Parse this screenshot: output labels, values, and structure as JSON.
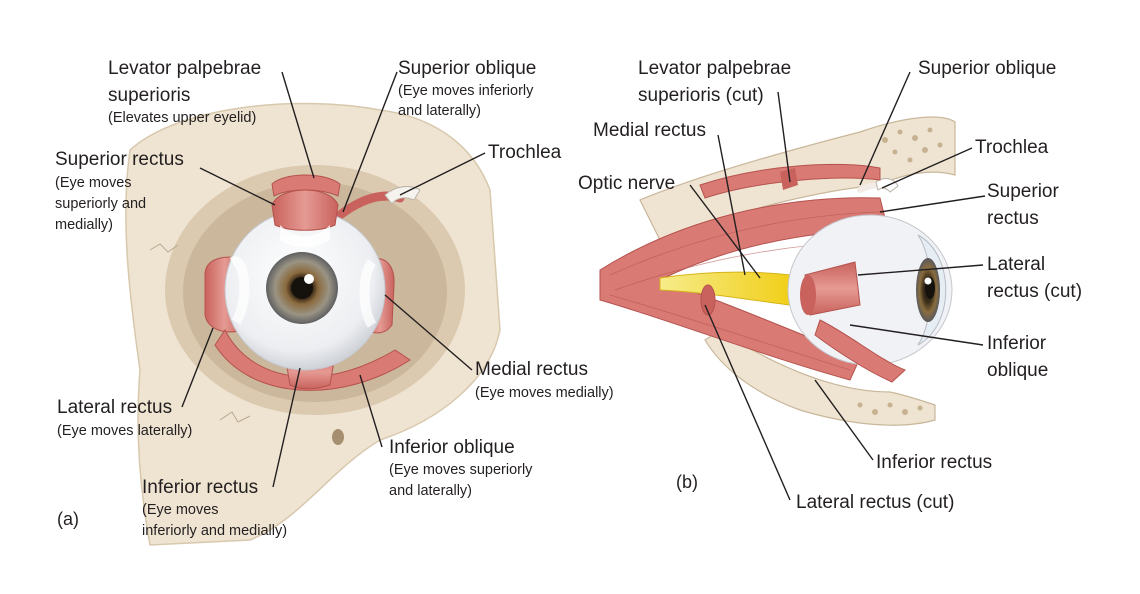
{
  "panel_a": {
    "panel_label": "(a)",
    "labels": {
      "levator": {
        "line1": "Levator palpebrae",
        "line2": "superioris",
        "note": "(Elevates upper eyelid)"
      },
      "superior_oblique": {
        "title": "Superior oblique",
        "note1": "(Eye moves inferiorly",
        "note2": "and laterally)"
      },
      "trochlea": {
        "title": "Trochlea"
      },
      "superior_rectus": {
        "title": "Superior rectus",
        "note1": "(Eye moves",
        "note2": "superiorly and",
        "note3": "medially)"
      },
      "medial_rectus": {
        "title": "Medial rectus",
        "note": "(Eye moves medially)"
      },
      "lateral_rectus": {
        "title": "Lateral rectus",
        "note": "(Eye moves laterally)"
      },
      "inferior_oblique": {
        "title": "Inferior oblique",
        "note1": "(Eye moves superiorly",
        "note2": "and laterally)"
      },
      "inferior_rectus": {
        "title": "Inferior rectus",
        "note1": "(Eye moves",
        "note2": "inferiorly and medially)"
      }
    }
  },
  "panel_b": {
    "panel_label": "(b)",
    "labels": {
      "levator_cut": {
        "line1": "Levator palpebrae",
        "line2": "superioris (cut)"
      },
      "superior_oblique": "Superior oblique",
      "medial_rectus": "Medial rectus",
      "trochlea": "Trochlea",
      "optic_nerve": "Optic nerve",
      "superior_rectus": {
        "line1": "Superior",
        "line2": "rectus"
      },
      "lateral_rectus_cut_right": {
        "line1": "Lateral",
        "line2": "rectus (cut)"
      },
      "inferior_oblique": {
        "line1": "Inferior",
        "line2": "oblique"
      },
      "inferior_rectus": "Inferior rectus",
      "lateral_rectus_cut_bottom": "Lateral rectus (cut)"
    }
  },
  "colors": {
    "bone": "#efe4d2",
    "bone_shadow": "#d8c8ad",
    "muscle": "#dd8a84",
    "muscle_dark": "#c9625d",
    "tendon": "#f4ece6",
    "sclera": "#f3f4f6",
    "iris": "#8a7350",
    "nerve": "#f5dc3a",
    "line": "#231f20"
  }
}
